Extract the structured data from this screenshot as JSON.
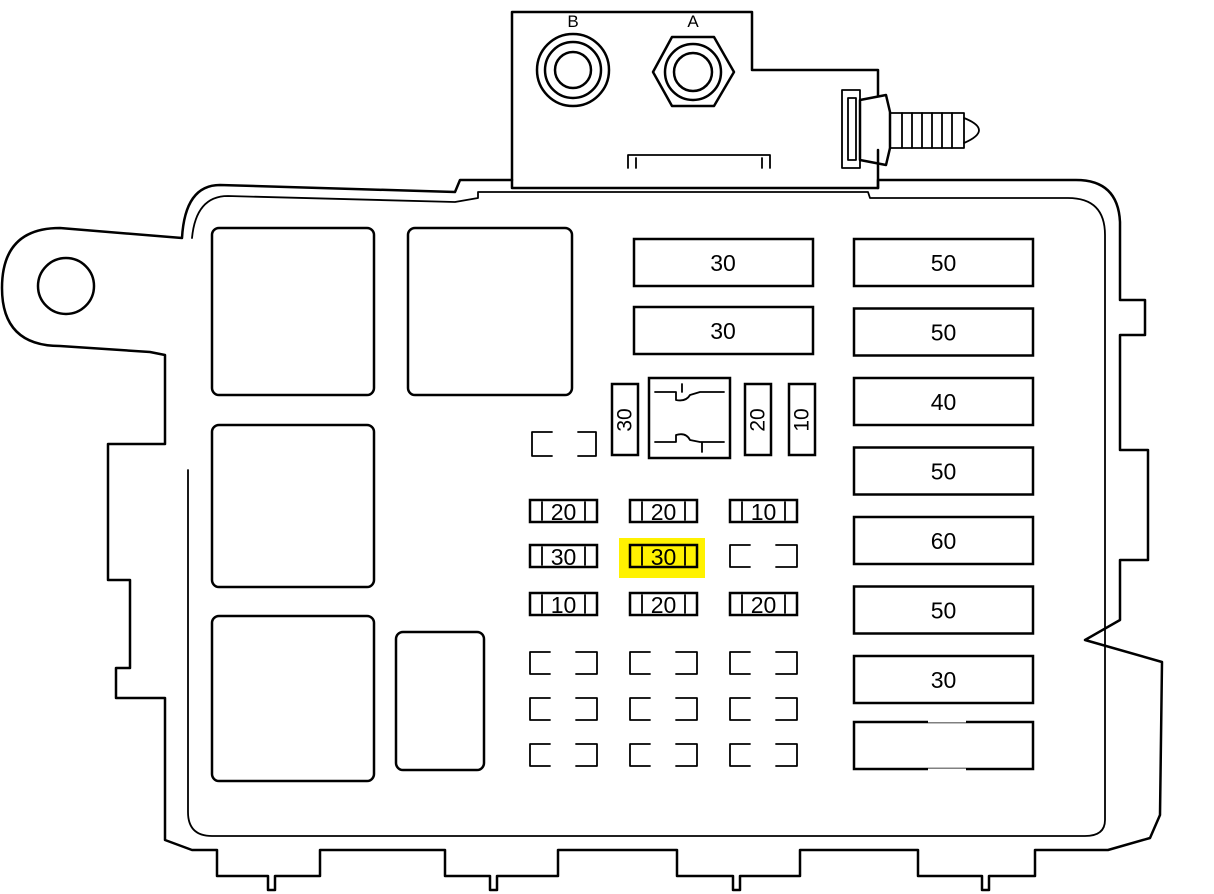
{
  "terminals": {
    "b": "B",
    "a": "A"
  },
  "maxi_fuses": [
    "30",
    "30"
  ],
  "right_column_fuses": [
    "50",
    "50",
    "40",
    "50",
    "60",
    "50",
    "30"
  ],
  "vertical_fuses": [
    "30",
    "20",
    "10"
  ],
  "mini_fuse_rows": [
    [
      "20",
      "20",
      "10"
    ],
    [
      "30",
      "30",
      ""
    ],
    [
      "10",
      "20",
      "20"
    ]
  ],
  "highlighted_fuse": {
    "row": 1,
    "col": 1,
    "color": "#FFF200"
  },
  "colors": {
    "line": "#000000",
    "background": "#FFFFFF",
    "highlight": "#FFF200"
  }
}
